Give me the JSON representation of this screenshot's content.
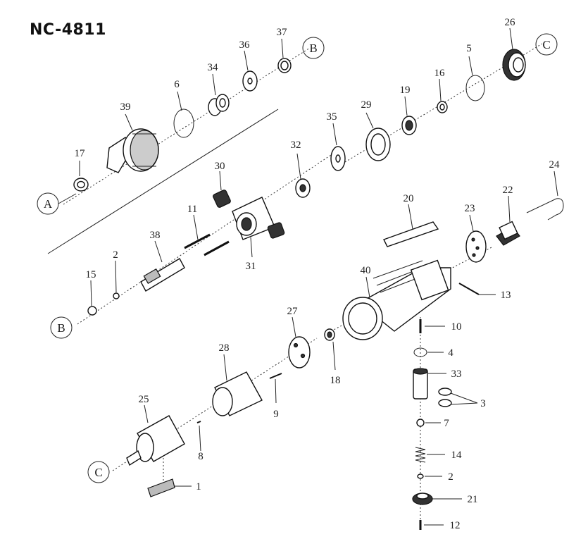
{
  "title": "NC-4811",
  "refs": {
    "A": "A",
    "B": "B",
    "C": "C"
  },
  "labels": {
    "p1": "1",
    "p2a": "2",
    "p2b": "2",
    "p3": "3",
    "p4": "4",
    "p5": "5",
    "p6": "6",
    "p7": "7",
    "p8": "8",
    "p9": "9",
    "p10": "10",
    "p11": "11",
    "p12": "12",
    "p13": "13",
    "p14": "14",
    "p15": "15",
    "p16": "16",
    "p17": "17",
    "p18": "18",
    "p19": "19",
    "p20": "20",
    "p21": "21",
    "p22": "22",
    "p23": "23",
    "p24": "24",
    "p25": "25",
    "p26": "26",
    "p27": "27",
    "p28": "28",
    "p29": "29",
    "p30": "30",
    "p31": "31",
    "p32": "32",
    "p33": "33",
    "p34": "34",
    "p35": "35",
    "p36": "36",
    "p37": "37",
    "p38": "38",
    "p39": "39",
    "p40": "40"
  }
}
